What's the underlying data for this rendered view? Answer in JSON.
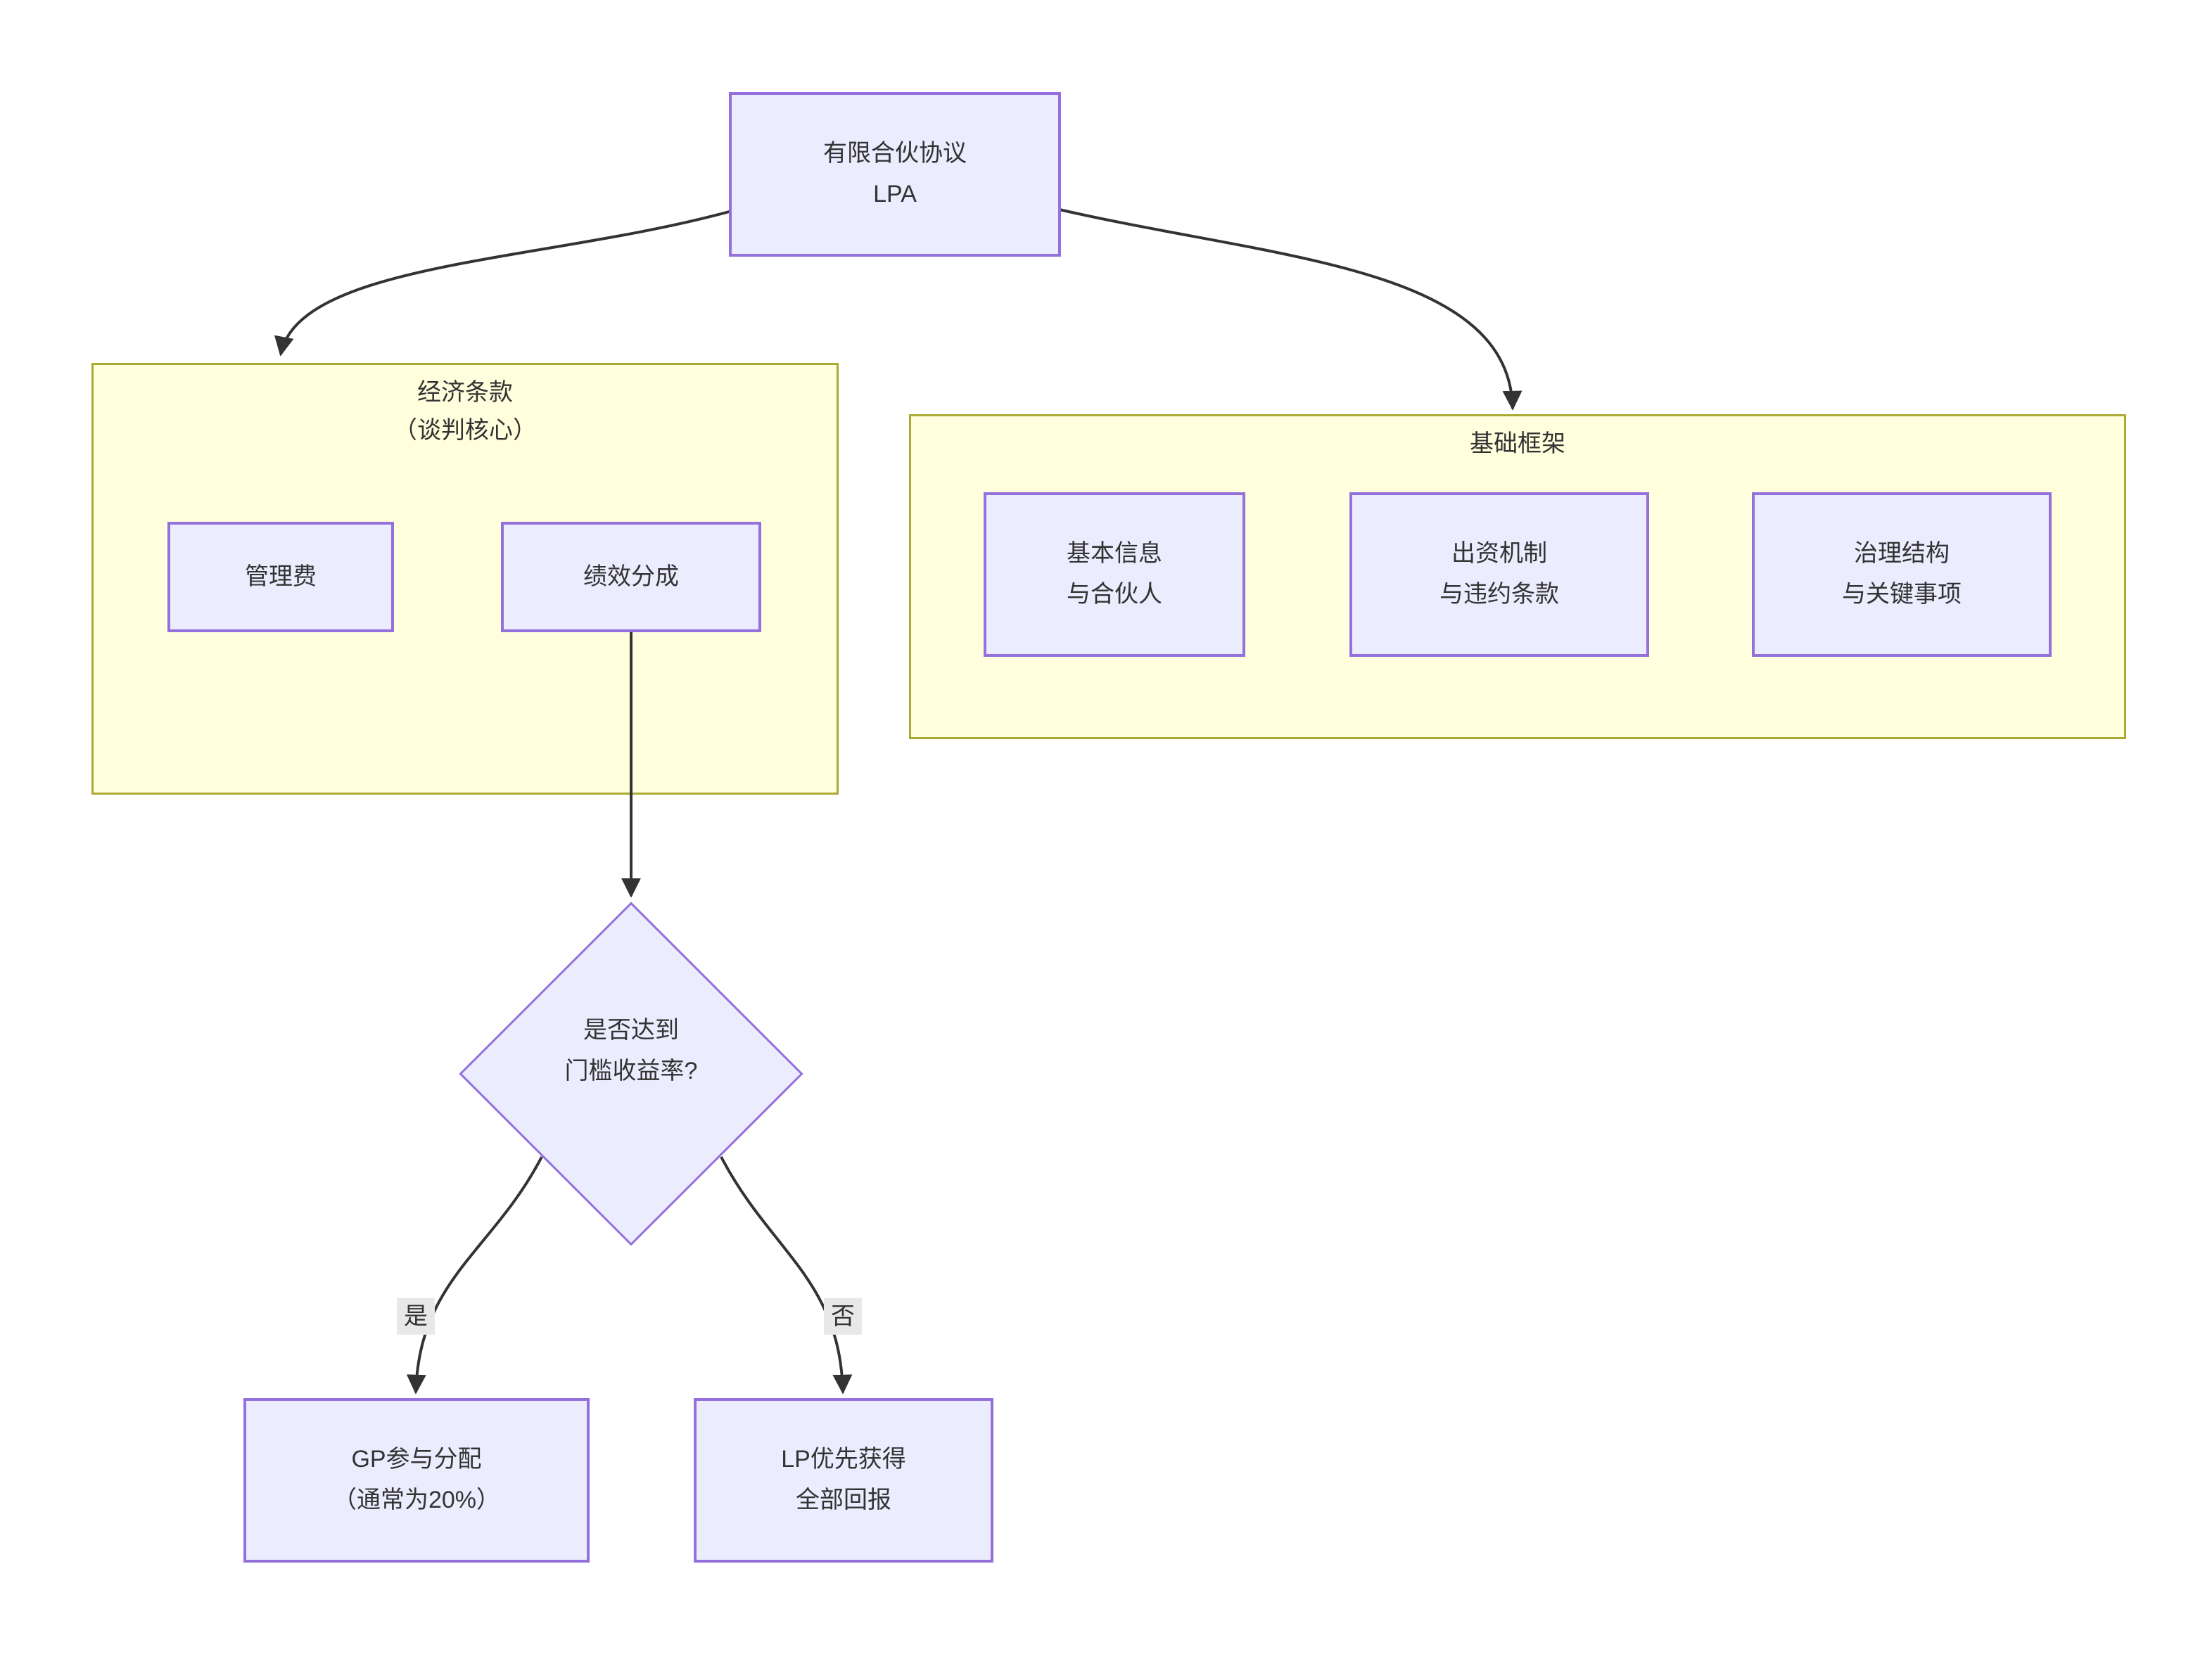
{
  "diagram": {
    "type": "flowchart",
    "nodes": {
      "lpa": {
        "line1": "有限合伙协议",
        "line2": "LPA"
      },
      "management_fee": {
        "label": "管理费"
      },
      "performance_share": {
        "label": "绩效分成"
      },
      "basic_info": {
        "line1": "基本信息",
        "line2": "与合伙人"
      },
      "capital_mechanism": {
        "line1": "出资机制",
        "line2": "与违约条款"
      },
      "governance": {
        "line1": "治理结构",
        "line2": "与关键事项"
      },
      "hurdle_decision": {
        "line1": "是否达到",
        "line2": "门槛收益率?"
      },
      "gp_distribution": {
        "line1": "GP参与分配",
        "line2": "（通常为20%）"
      },
      "lp_priority": {
        "line1": "LP优先获得",
        "line2": "全部回报"
      }
    },
    "subgraphs": {
      "economic_terms": {
        "title_line1": "经济条款",
        "title_line2": "（谈判核心）"
      },
      "foundation": {
        "title": "基础框架"
      }
    },
    "edge_labels": {
      "yes": "是",
      "no": "否"
    },
    "edges": [
      {
        "from": "lpa",
        "to": "economic_terms"
      },
      {
        "from": "lpa",
        "to": "foundation"
      },
      {
        "from": "performance_share",
        "to": "hurdle_decision"
      },
      {
        "from": "hurdle_decision",
        "to": "gp_distribution",
        "label": "是"
      },
      {
        "from": "hurdle_decision",
        "to": "lp_priority",
        "label": "否"
      }
    ],
    "colors": {
      "node_fill": "#ECECFF",
      "node_border": "#9370DB",
      "subgraph_fill": "#FFFFDE",
      "subgraph_border": "#AAAA33",
      "edge_stroke": "#333333",
      "text": "#333333",
      "edge_label_bg": "#E8E8E8",
      "background": "#FFFFFF"
    }
  }
}
